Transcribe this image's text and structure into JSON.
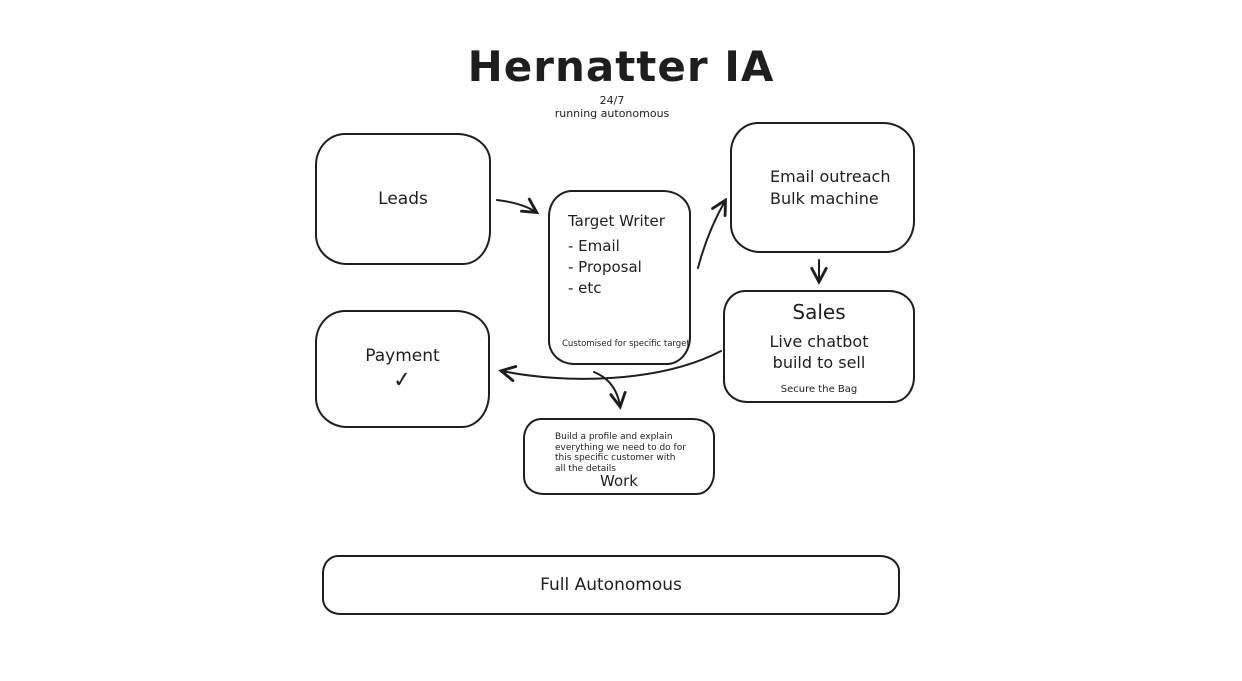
{
  "title": "Hernatter IA",
  "subtitle": {
    "line1": "24/7",
    "line2": "running autonomous"
  },
  "nodes": {
    "leads": {
      "label": "Leads"
    },
    "target_writer": {
      "title": "Target Writer",
      "items": [
        "- Email",
        "- Proposal",
        "- etc"
      ],
      "footnote": "Customised for specific target"
    },
    "email_outreach": {
      "line1": "Email outreach",
      "line2": "Bulk machine"
    },
    "sales": {
      "title": "Sales",
      "line1": "Live chatbot",
      "line2": "build to sell",
      "footnote": "Secure the Bag"
    },
    "payment": {
      "label": "Payment",
      "check": "✓"
    },
    "work": {
      "note": "Build a profile and explain everything we need to do for this specific customer with all the details",
      "label": "Work"
    },
    "full_autonomous": {
      "label": "Full Autonomous"
    }
  },
  "colors": {
    "stroke": "#1e1e1e",
    "background": "#ffffff"
  }
}
